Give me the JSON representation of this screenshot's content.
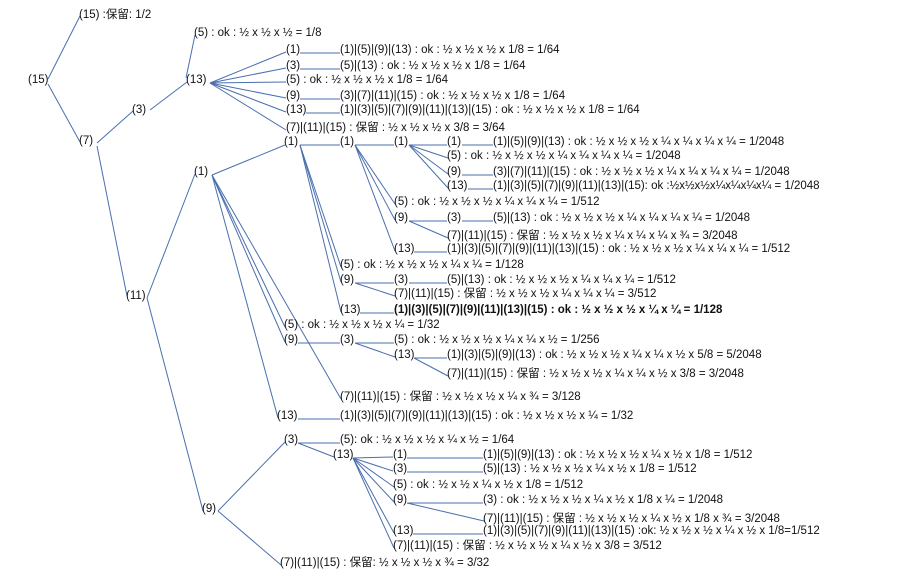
{
  "line_color": "#4a6fae",
  "nodes": [
    "(15) :保留: 1/2",
    "(15)",
    "(5) : ok : ½ x ½ x ½ = 1/8",
    "(1)",
    "(1)|(5)|(9)|(13) : ok : ½ x ½ x ½ x 1/8 = 1/64",
    "(3)",
    "(5)|(13) : ok : ½ x ½ x ½ x 1/8  = 1/64",
    "(13)",
    "(5) : ok : ½ x ½ x ½ x 1/8 = 1/64",
    "(9)",
    "(3)|(7)|(11)|(15) : ok : ½ x ½ x ½ x 1/8 = 1/64",
    "(13)",
    "(1)|(3)|(5)|(7)|(9)|(11)|(13)|(15) : ok : ½ x ½ x ½ x 1/8 = 1/64",
    "(3)",
    "(7)|(11)|(15) : 保留 : ½ x ½ x ½ x 3/8 = 3/64",
    "(7)",
    "(1)",
    "(1)",
    "(1)",
    "(1)",
    "(1)|(5)|(9)|(13) : ok : ½ x ½ x ½ x ¼ x ¼ x ¼ x ¼  = 1/2048",
    "(5) : ok : ½ x ½ x ½ x ¼ x ¼ x ¼ x ¼ = 1/2048",
    "(9)",
    "(3)|(7)|(11)|(15) : ok : ½ x ½ x ½ x ¼ x ¼ x ¼ x ¼ = 1/2048",
    "(13)",
    "(1)|(3)|(5)|(7)|(9)|(11)|(13)|(15): ok :½x½x½x¼x¼x¼x¼ = 1/2048",
    "(1)",
    "(5) : ok : ½ x ½ x ½ x ¼ x ¼ x ¼ = 1/512",
    "(9)",
    "(3)",
    "(5)|(13) : ok : ½ x ½ x ½ x ¼ x ¼ x ¼ x ¼ = 1/2048",
    "(7)|(11)|(15) : 保留 : ½ x ½ x ½ x ¼ x ¼ x ¼ x ¾ = 3/2048",
    "(13)",
    "(1)|(3)|(5)|(7)|(9)|(11)|(13)|(15) : ok : ½ x ½ x ½ x ¼ x ¼ x ¼ = 1/512",
    "(5) : ok : ½ x ½ x ½ x ¼ x ¼ = 1/128",
    "(9)",
    "(3)",
    "(5)|(13) : ok : ½ x ½ x ½ x ¼ x ¼ x ¼ = 1/512",
    "(7)|(11)|(15) : 保留 : ½ x ½ x ½ x ¼ x ¼ x ¼ = 3/512",
    "(11)",
    "(13)",
    "(1)|(3)|(5)|(7)|(9)|(11)|(13)|(15) : ok : ½ x ½ x ½ x ¼ x ¼ = 1/128",
    "(5) : ok : ½ x ½ x ½ x ¼ = 1/32",
    "(9)",
    "(3)",
    "(5) : ok : ½ x ½ x ½ x ¼ x ¼ x ½ = 1/256",
    "(13)",
    "(1)|(3)|(5)|(9)|(13) : ok : ½ x ½ x ½ x ¼ x ¼ x ½ x 5/8 = 5/2048",
    "(7)|(11)|(15) : 保留 : ½ x ½ x ½ x ¼ x ¼ x ½ x 3/8 = 3/2048",
    "(7)|(11)|(15) : 保留 : ½ x ½ x ½ x ¼ x ¾ = 3/128",
    "(13)",
    "(1)|(3)|(5)|(7)|(9)|(11)|(13)|(15) : ok : ½ x ½ x ½ x ¼ = 1/32",
    "(3)",
    "(5): ok : ½ x ½ x ½ x ¼ x ½ = 1/64",
    "(13)",
    "(1)",
    "(1)|(5)|(9)|(13) : ok : ½ x ½ x ½ x ¼ x ½ x 1/8 = 1/512",
    "(3)",
    "(5)|(13) : ½ x ½ x ½ x ¼ x ½ x 1/8 = 1/512",
    "(5) : ok : ½ x ½ x ¼ x ½ x 1/8 = 1/512",
    "(9)",
    "(3) : ok : ½ x ½ x ½ x ¼ x ½ x 1/8 x ¼  = 1/2048",
    "(9)",
    "(7)|(11)|(15) : 保留 : ½ x ½ x ½ x ¼ x ½ x 1/8 x ¾ = 3/2048",
    "(13)",
    "(1)|(3)|(5)|(7)|(9)|(11)|(13)|(15) :ok: ½ x ½ x ½ x ¼ x ½ x 1/8=1/512",
    "(7)|(11)|(15) : 保留 : ½ x ½ x ½ x ¼ x ½ x 3/8 = 3/512",
    "(7)|(11)|(15) : 保留: ½ x ½ x ½ x ¾  = 3/32"
  ]
}
